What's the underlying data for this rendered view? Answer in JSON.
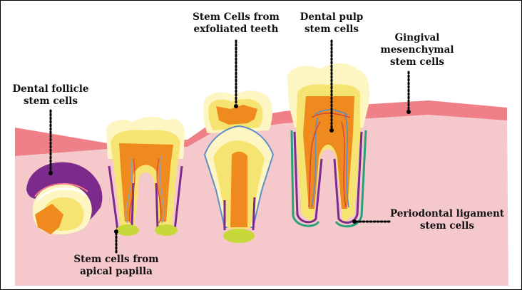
{
  "labels": {
    "dental_follicle": [
      "Dental follicle",
      "stem cells"
    ],
    "apical_papilla": [
      "Stem cells from",
      "apical papilla"
    ],
    "exfoliated_teeth": [
      "Stem Cells from",
      "exfoliated teeth"
    ],
    "dental_pulp": [
      "Dental pulp",
      "stem cells"
    ],
    "gingival": [
      "Gingival",
      "mesenchymal",
      "stem cells"
    ],
    "periodontal_ligament": [
      "Periodontal ligament",
      "stem cells"
    ]
  },
  "colors": {
    "gum": "#f5c9cc",
    "gingiva": "#ef8088",
    "enamel": "#fdf6c3",
    "dentin": "#f6e472",
    "pulp": "#ef8a1e",
    "purple": "#7c2a8c",
    "teal": "#2aa07a",
    "root_tip": "#c8d83a",
    "blue": "#5b8fc7"
  }
}
